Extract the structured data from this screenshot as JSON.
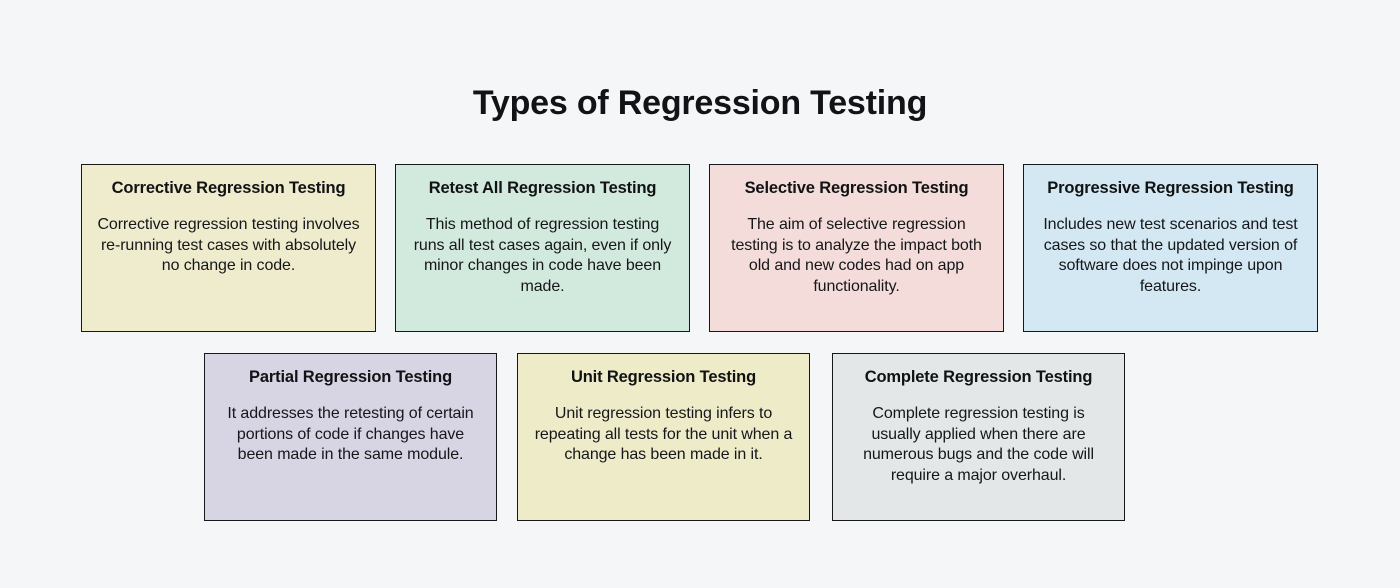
{
  "page": {
    "title": "Types of Regression Testing",
    "background_color": "#f5f6f8",
    "text_color": "#111214",
    "border_color": "#16181a"
  },
  "rows": [
    {
      "row_label": "row-1",
      "cards": [
        {
          "id": "corrective",
          "title": "Corrective Regression Testing",
          "body": "Corrective regression testing involves re-running test cases with absolutely no change in code.",
          "color": "#eeeccd"
        },
        {
          "id": "retest-all",
          "title": "Retest All Regression Testing",
          "body": "This method of regression testing runs all test cases again, even if only minor changes in code have been made.",
          "color": "#d2e9dd"
        },
        {
          "id": "selective",
          "title": "Selective Regression Testing",
          "body": "The aim of selective regression testing is to analyze the impact both old and new codes had on app functionality.",
          "color": "#f3dcd9"
        },
        {
          "id": "progressive",
          "title": "Progressive Regression Testing",
          "body": "Includes new test scenarios and test cases so that the updated version of software does not impinge upon features.",
          "color": "#d3e8f2"
        }
      ]
    },
    {
      "row_label": "row-2",
      "cards": [
        {
          "id": "partial",
          "title": "Partial Regression Testing",
          "body": "It addresses the retesting of certain portions of code if changes have been made in the same module.",
          "color": "#d7d5e4"
        },
        {
          "id": "unit",
          "title": "Unit Regression Testing",
          "body": "Unit regression testing infers to repeating all tests for the unit when a change has been made in it.",
          "color": "#eeebc9"
        },
        {
          "id": "complete",
          "title": "Complete Regression Testing",
          "body": "Complete regression testing is usually applied when there are numerous bugs and the code will require a major overhaul.",
          "color": "#e3e7e8"
        }
      ]
    }
  ]
}
